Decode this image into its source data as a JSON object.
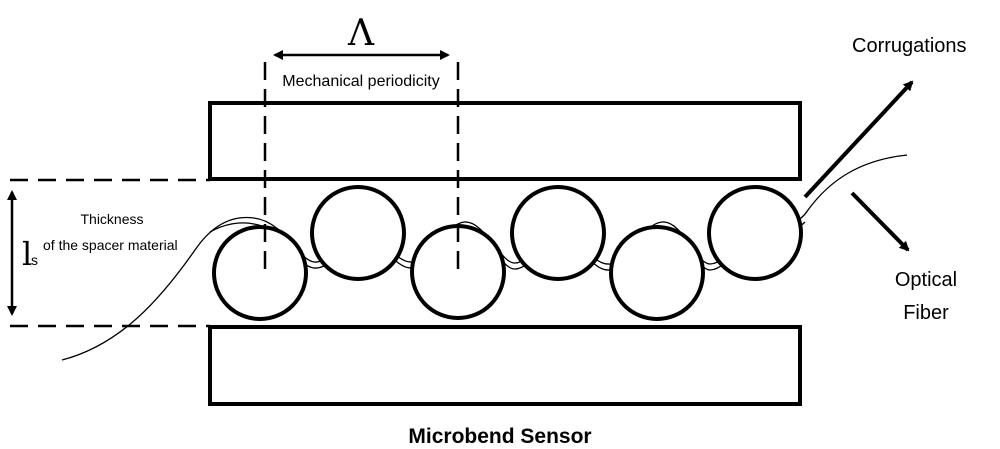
{
  "diagram": {
    "title": "Microbend Sensor",
    "labels": {
      "period_symbol": "Λ",
      "periodicity": "Mechanical periodicity",
      "thickness": "Thickness",
      "thickness_symbol": "l",
      "thickness_subscript": "s",
      "spacer_material": "of the spacer material",
      "corrugations": "Corrugations",
      "optical": "Optical",
      "fiber": "Fiber"
    },
    "colors": {
      "stroke": "#000000",
      "background": "#ffffff"
    }
  }
}
